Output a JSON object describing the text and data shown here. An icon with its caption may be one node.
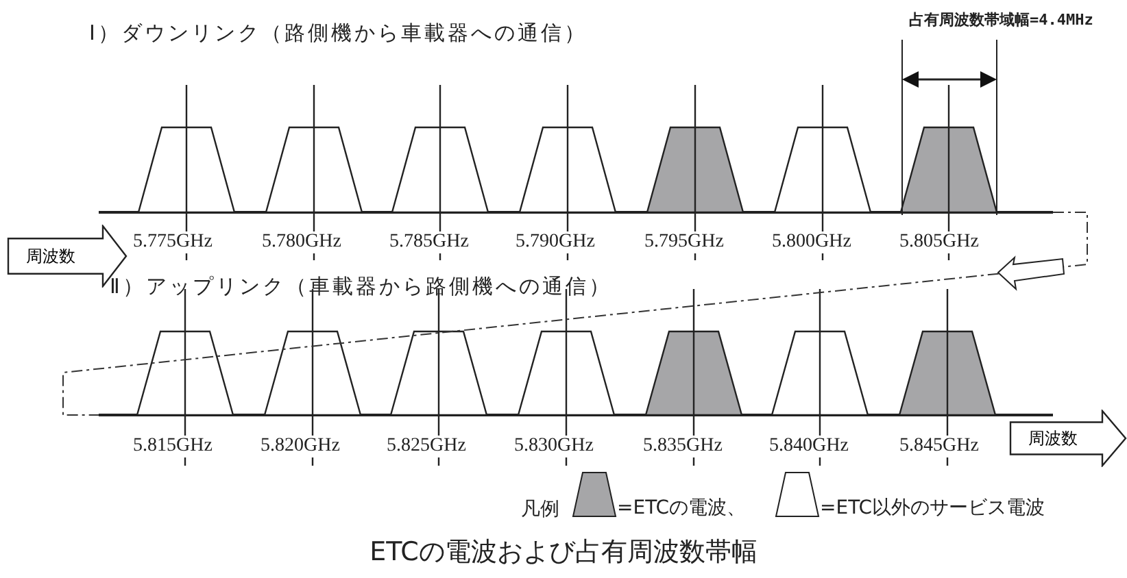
{
  "diagram": {
    "caption": "ETCの電波および占有周波数帯幅",
    "nodes": [
      {
        "text": [
          "周波数"
        ]
      },
      {
        "text": [
          "周波数"
        ]
      }
    ],
    "labels": [
      "Ⅰ）ダウンリンク（路側機から車載器への通信）",
      "占有周波数帯域幅=4.4MHz",
      "5.775GHz",
      "5.780GHz",
      "5.785GHz",
      "5.790GHz",
      "5.795GHz",
      "5.800GHz",
      "5.805GHz",
      "Ⅱ）アップリンク（車載器から路側機への通信）",
      "5.815GHz",
      "5.820GHz",
      "5.825GHz",
      "5.830GHz",
      "5.835GHz",
      "5.840GHz",
      "5.845GHz",
      "凡例"
    ],
    "legend": [
      {
        "text": "=ETCの電波、"
      },
      {
        "text": "=ETC以外のサービス電波"
      }
    ]
  }
}
